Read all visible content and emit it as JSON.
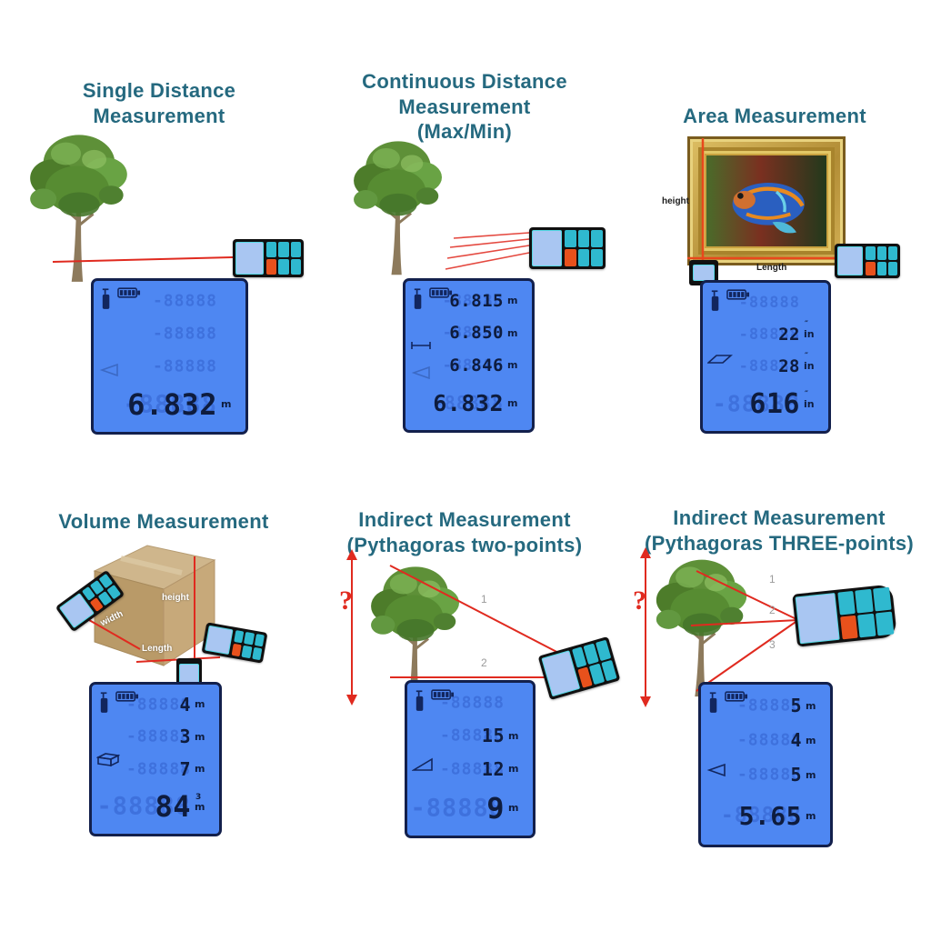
{
  "common": {
    "ghost": "-88888"
  },
  "colors": {
    "title_teal": "#25697f",
    "lcd_blue": "#4e87f2",
    "lcd_border": "#13204c",
    "lcd_digit": "#0e1c3e",
    "laser_red": "#e02a1f",
    "label_gray": "#9b9b9b",
    "frame_gold": "#c9a23f",
    "box_cardboard": "#c3a173"
  },
  "sections": [
    {
      "id": "single-distance",
      "title_lines": [
        "Single Distance",
        "Measurement"
      ],
      "lcd": {
        "icons": [
          "laser-device",
          "battery",
          "ghost-triangle"
        ],
        "rows": [
          {
            "value": "",
            "unit": ""
          },
          {
            "value": "",
            "unit": ""
          },
          {
            "value": "",
            "unit": ""
          },
          {
            "value": "6.832",
            "unit": "m"
          }
        ]
      }
    },
    {
      "id": "continuous-distance",
      "title_lines": [
        "Continuous Distance",
        "Measurement",
        "(Max/Min)"
      ],
      "lcd": {
        "icons": [
          "laser-device",
          "battery",
          "distance-segment",
          "ghost-triangle"
        ],
        "rows": [
          {
            "value": "6.815",
            "unit": "m"
          },
          {
            "value": "6.850",
            "unit": "m"
          },
          {
            "value": "6.846",
            "unit": "m"
          },
          {
            "value": "6.832",
            "unit": "m"
          }
        ]
      }
    },
    {
      "id": "area-measurement",
      "title_lines": [
        "Area Measurement"
      ],
      "labels": {
        "height": "height",
        "length": "Length"
      },
      "lcd": {
        "icons": [
          "laser-device",
          "battery",
          "area-parallelogram"
        ],
        "rows": [
          {
            "value": "",
            "unit": ""
          },
          {
            "value": "22",
            "unit": "in",
            "sup": "″"
          },
          {
            "value": "28",
            "unit": "in",
            "sup": "″"
          },
          {
            "value": "616",
            "unit": "in",
            "sup": "″"
          }
        ]
      }
    },
    {
      "id": "volume-measurement",
      "title_lines": [
        "Volume Measurement"
      ],
      "labels": {
        "width": "width",
        "height": "height",
        "length": "Length"
      },
      "lcd": {
        "icons": [
          "laser-device",
          "battery",
          "volume-box"
        ],
        "rows": [
          {
            "value": "4",
            "unit": "m"
          },
          {
            "value": "3",
            "unit": "m"
          },
          {
            "value": "7",
            "unit": "m"
          },
          {
            "value": "84",
            "unit": "m",
            "sup": "3"
          }
        ]
      }
    },
    {
      "id": "pythagoras-two-points",
      "title_lines": [
        "Indirect Measurement",
        "(Pythagoras two-points)"
      ],
      "labels": {
        "question": "?",
        "line1": "1",
        "line2": "2"
      },
      "lcd": {
        "icons": [
          "laser-device",
          "battery",
          "right-triangle"
        ],
        "rows": [
          {
            "value": "",
            "unit": ""
          },
          {
            "value": "15",
            "unit": "m"
          },
          {
            "value": "12",
            "unit": "m"
          },
          {
            "value": "9",
            "unit": "m"
          }
        ]
      }
    },
    {
      "id": "pythagoras-three-points",
      "title_lines": [
        "Indirect Measurement",
        "(Pythagoras THREE-points)"
      ],
      "labels": {
        "question": "?",
        "line1": "1",
        "line2": "2",
        "line3": "3"
      },
      "lcd": {
        "icons": [
          "laser-device",
          "battery",
          "left-triangle"
        ],
        "rows": [
          {
            "value": "5",
            "unit": "m"
          },
          {
            "value": "4",
            "unit": "m"
          },
          {
            "value": "5",
            "unit": "m"
          },
          {
            "value": "5.65",
            "unit": "m"
          }
        ]
      }
    }
  ]
}
